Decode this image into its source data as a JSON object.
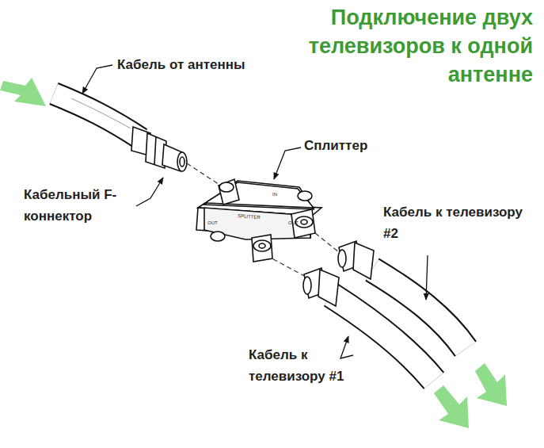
{
  "diagram": {
    "title": "Подключение двух телевизоров к одной антенне",
    "labels": [
      "Кабель от антенны",
      "Сплиттер",
      "Кабельный F-коннектор",
      "Кабель к телевизору #2",
      "Кабель к телевизору #1",
      "SPLITTER",
      "IN",
      "OUT",
      "OUT"
    ]
  }
}
